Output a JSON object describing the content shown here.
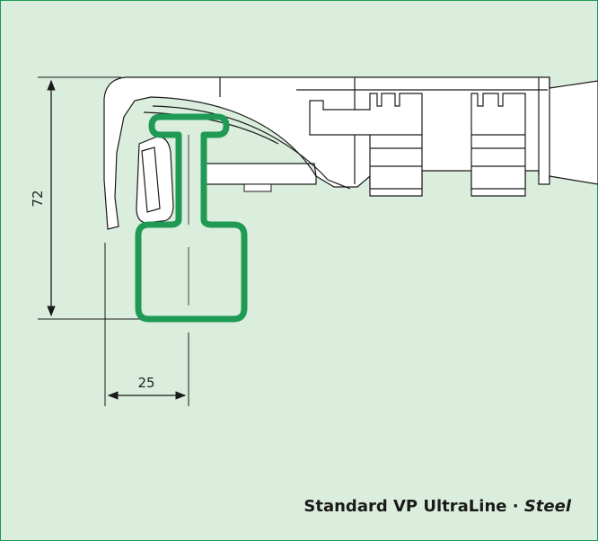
{
  "dimensions": {
    "height_label": "72",
    "width_label": "25"
  },
  "caption": {
    "product": "Standard VP UltraLine",
    "separator": " · ",
    "material": "Steel"
  },
  "colors": {
    "background": "#dbeedd",
    "border": "#1f9a55",
    "profile": "#1f9a55",
    "line": "#1a1a1a"
  }
}
